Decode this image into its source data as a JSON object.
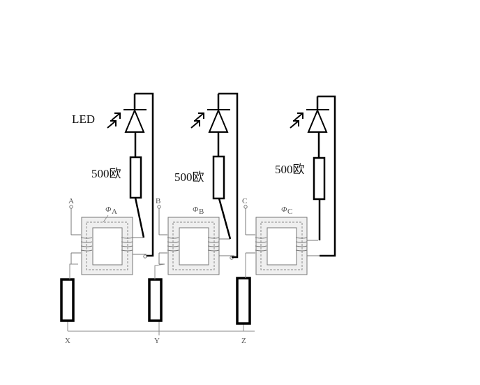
{
  "labels": {
    "led": "LED",
    "resistor_a": "500欧",
    "resistor_b": "500欧",
    "resistor_c": "500欧",
    "term_a": "A",
    "term_b": "B",
    "term_c": "C",
    "term_x": "X",
    "term_y": "Y",
    "term_z": "Z",
    "flux_a": "Φ",
    "flux_a_sub": "A",
    "flux_b": "Φ",
    "flux_b_sub": "B",
    "flux_c": "Φ",
    "flux_c_sub": "C"
  },
  "colors": {
    "ink": "#000000",
    "wire": "#8a8a8a",
    "core_fill": "#f0f0f0",
    "core_stroke": "#777777",
    "dash": "#888888"
  }
}
